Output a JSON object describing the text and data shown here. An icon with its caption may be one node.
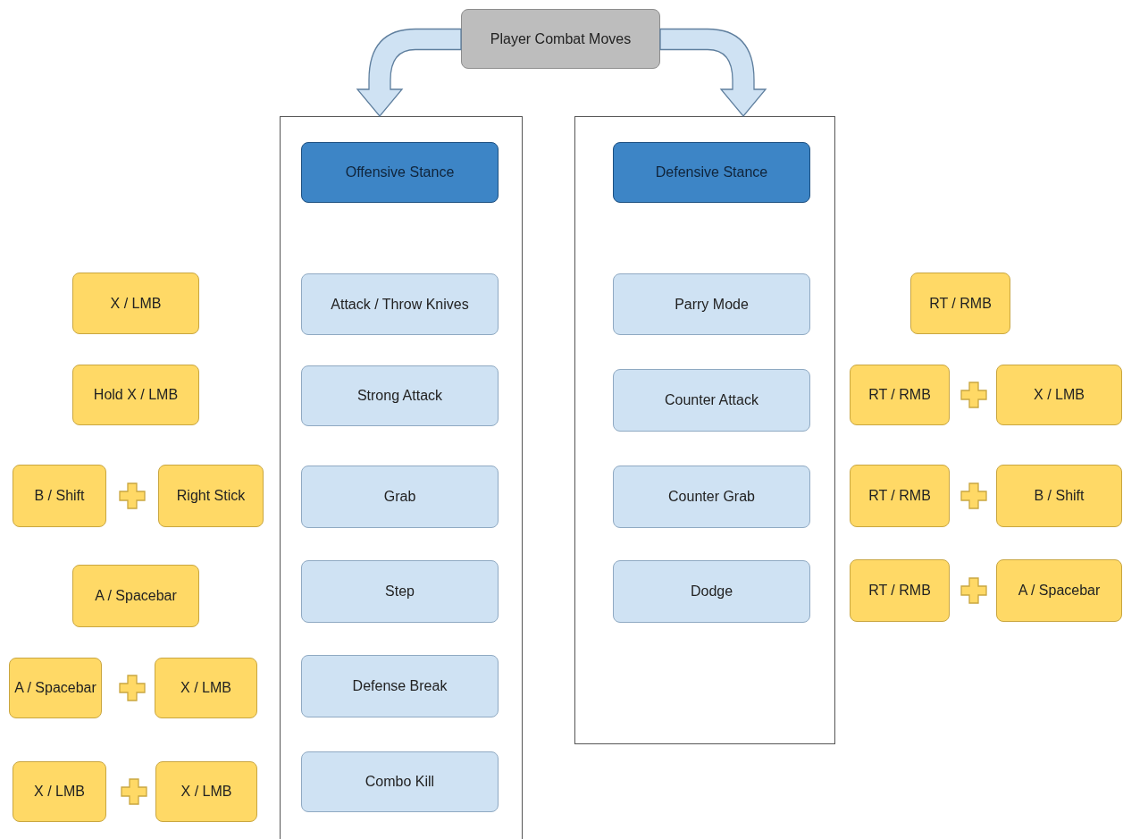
{
  "diagram": {
    "nodes": [
      {
        "text": [
          "Player Combat Moves"
        ]
      },
      {
        "text": [],
        "shape": "box"
      },
      {
        "text": [
          "Offensive Stance"
        ],
        "in": 1
      },
      {
        "text": [
          "Attack / Throw Knives"
        ],
        "in": 1
      },
      {
        "text": [
          "Strong Attack"
        ],
        "in": 1
      },
      {
        "text": [
          "Grab"
        ],
        "in": 1
      },
      {
        "text": [
          "Step"
        ],
        "in": 1
      },
      {
        "text": [
          "Defense Break"
        ],
        "in": 1
      },
      {
        "text": [
          "Combo Kill"
        ],
        "in": 1
      },
      {
        "text": [],
        "shape": "box"
      },
      {
        "text": [
          "Defensive Stance"
        ],
        "in": 9
      },
      {
        "text": [
          "Parry Mode"
        ],
        "in": 9
      },
      {
        "text": [
          "Counter Attack"
        ],
        "in": 9
      },
      {
        "text": [
          "Counter Grab"
        ],
        "in": 9
      },
      {
        "text": [
          "Dodge"
        ],
        "in": 9
      },
      {
        "text": [
          "X / LMB"
        ]
      },
      {
        "text": [
          "Hold X / LMB"
        ]
      },
      {
        "text": [
          "B / Shift"
        ]
      },
      {
        "text": [
          "Right Stick"
        ]
      },
      {
        "text": [
          "A / Spacebar"
        ]
      },
      {
        "text": [
          "A / Spacebar"
        ]
      },
      {
        "text": [
          "X / LMB"
        ]
      },
      {
        "text": [
          "X / LMB"
        ]
      },
      {
        "text": [
          "X / LMB"
        ]
      },
      {
        "text": [
          "RT / RMB"
        ]
      },
      {
        "text": [
          "RT / RMB"
        ]
      },
      {
        "text": [
          "X / LMB"
        ]
      },
      {
        "text": [
          "RT / RMB"
        ]
      },
      {
        "text": [
          "B / Shift"
        ]
      },
      {
        "text": [
          "RT / RMB"
        ]
      },
      {
        "text": [
          "A / Spacebar"
        ]
      }
    ],
    "edges": [
      {
        "from": 0,
        "to": 1,
        "arrow": "to"
      },
      {
        "from": 0,
        "to": 9,
        "arrow": "to"
      }
    ]
  }
}
